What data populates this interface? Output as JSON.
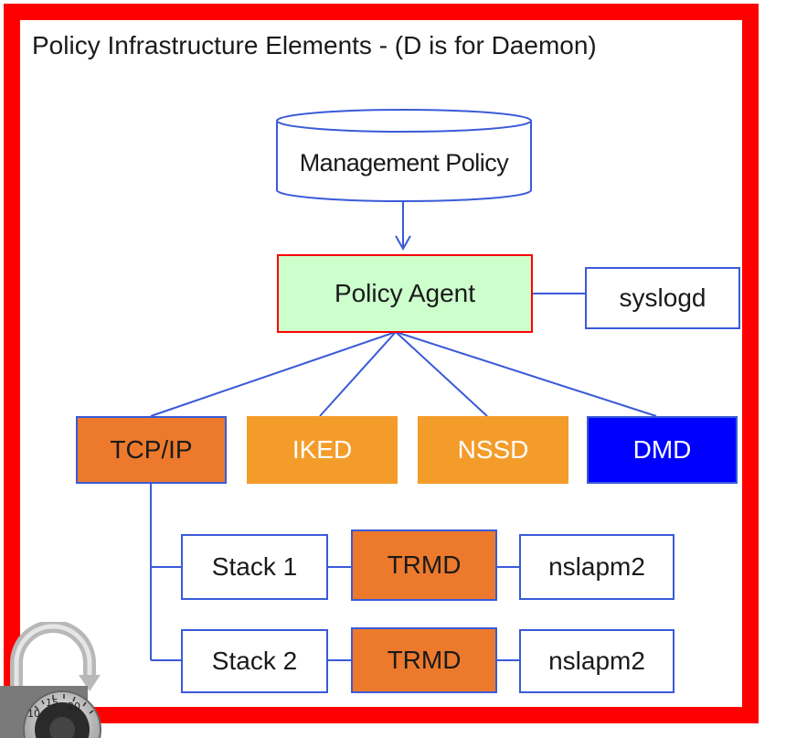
{
  "title": "Policy Infrastructure Elements - (D is for Daemon)",
  "nodes": {
    "management_policy": "Management Policy",
    "policy_agent": "Policy Agent",
    "syslogd": "syslogd",
    "tcpip": "TCP/IP",
    "iked": "IKED",
    "nssd": "NSSD",
    "dmd": "DMD",
    "stack1": "Stack 1",
    "stack2": "Stack 2",
    "trmd1": "TRMD",
    "trmd2": "TRMD",
    "nslapm2_1": "nslapm2",
    "nslapm2_2": "nslapm2"
  },
  "colors": {
    "frame": "#ff0000",
    "connector": "#3a5ad8",
    "policy_agent_fill": "#ccffcc",
    "tcpip_fill": "#ed7a2c",
    "iked_fill": "#f49c2a",
    "nssd_fill": "#f49c2a",
    "dmd_fill": "#0000ff",
    "trmd_fill": "#ed7a2c"
  },
  "icons": [
    "padlock-icon"
  ]
}
